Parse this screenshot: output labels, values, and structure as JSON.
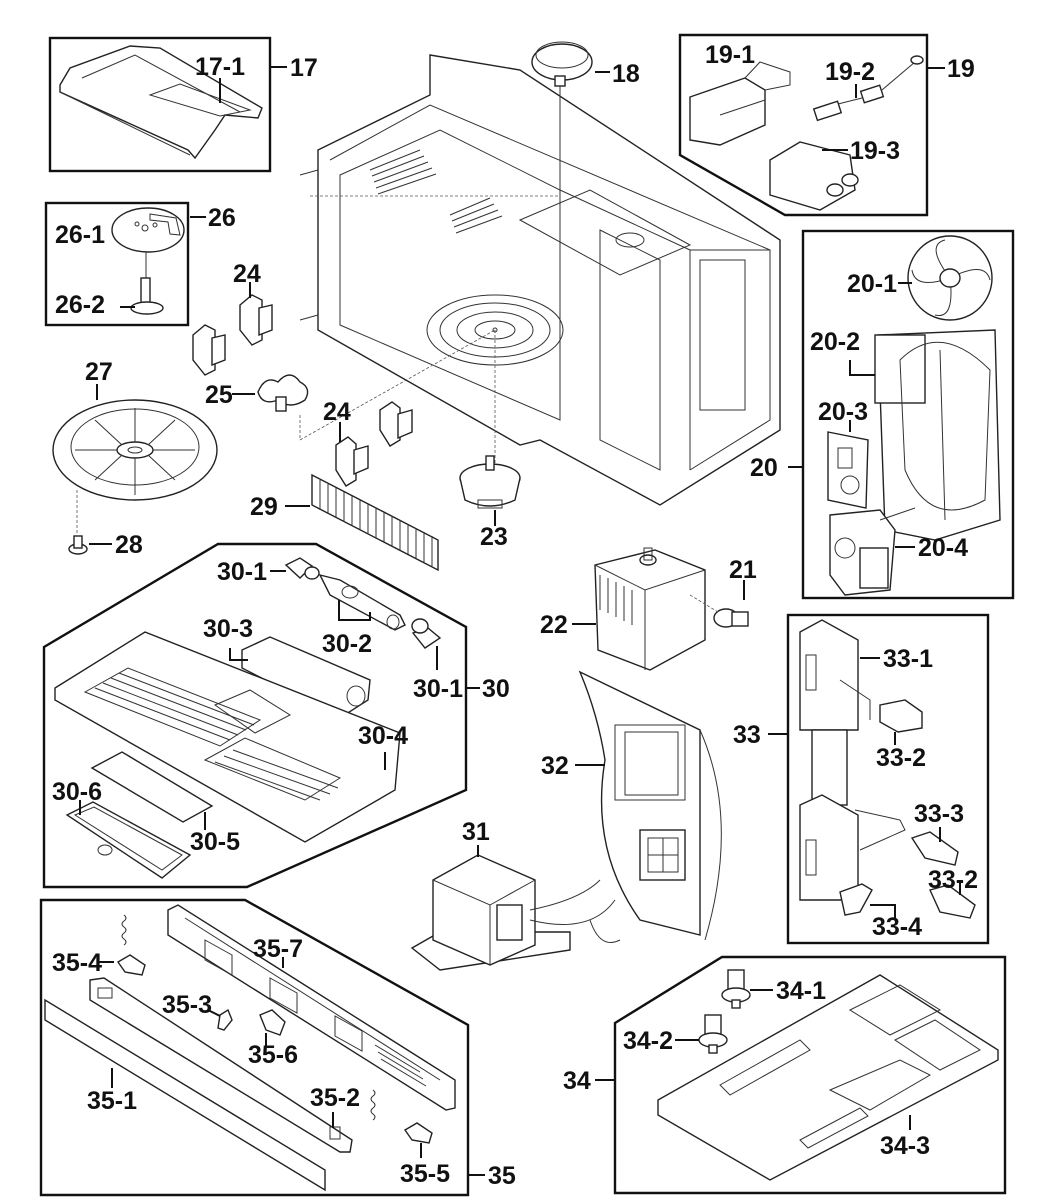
{
  "diagram": {
    "title": "Microwave oven exploded parts diagram",
    "colors": {
      "ink": "#111111",
      "background": "#ffffff"
    },
    "callouts": {
      "c17": "17",
      "c17_1": "17-1",
      "c18": "18",
      "c19": "19",
      "c19_1": "19-1",
      "c19_2": "19-2",
      "c19_3": "19-3",
      "c20": "20",
      "c20_1": "20-1",
      "c20_2": "20-2",
      "c20_3": "20-3",
      "c20_4": "20-4",
      "c21": "21",
      "c22": "22",
      "c23": "23",
      "c24a": "24",
      "c24b": "24",
      "c25": "25",
      "c26": "26",
      "c26_1": "26-1",
      "c26_2": "26-2",
      "c27": "27",
      "c28": "28",
      "c29": "29",
      "c30": "30",
      "c30_1a": "30-1",
      "c30_1b": "30-1",
      "c30_2": "30-2",
      "c30_3": "30-3",
      "c30_4": "30-4",
      "c30_5": "30-5",
      "c30_6": "30-6",
      "c31": "31",
      "c32": "32",
      "c33": "33",
      "c33_1": "33-1",
      "c33_2a": "33-2",
      "c33_2b": "33-2",
      "c33_3": "33-3",
      "c33_4": "33-4",
      "c34": "34",
      "c34_1": "34-1",
      "c34_2": "34-2",
      "c34_3": "34-3",
      "c35": "35",
      "c35_1": "35-1",
      "c35_2": "35-2",
      "c35_3": "35-3",
      "c35_4": "35-4",
      "c35_5": "35-5",
      "c35_6": "35-6",
      "c35_7": "35-7"
    }
  }
}
